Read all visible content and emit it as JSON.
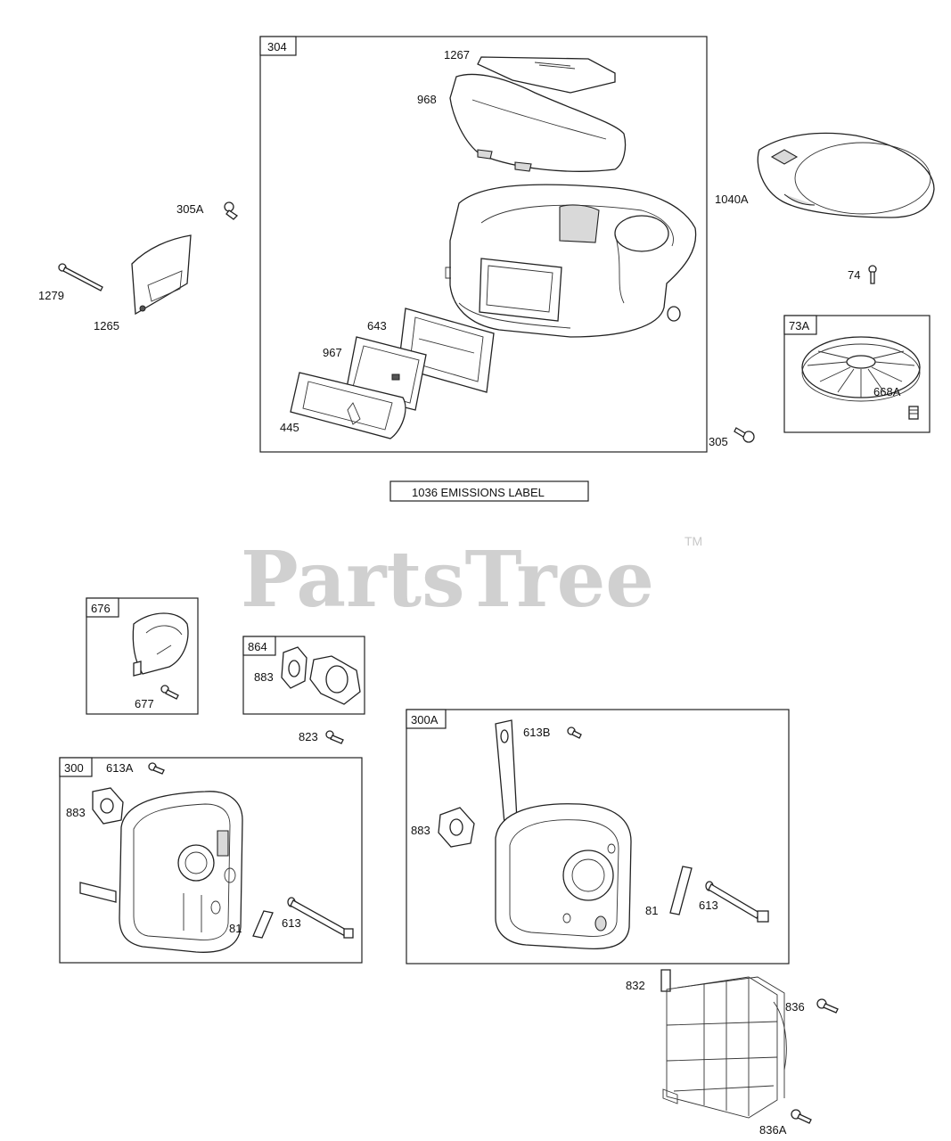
{
  "watermark": {
    "text": "PartsTree",
    "tm": "TM"
  },
  "emissions_label": "1036 EMISSIONS LABEL",
  "boxes": {
    "b304": "304",
    "b73a": "73A",
    "b676": "676",
    "b864": "864",
    "b300": "300",
    "b300a": "300A"
  },
  "callouts": {
    "p1267": "1267",
    "p968": "968",
    "p643": "643",
    "p967": "967",
    "p445": "445",
    "p305a": "305A",
    "p1279": "1279",
    "p1265": "1265",
    "p1040a": "1040A",
    "p74": "74",
    "p668a": "668A",
    "p305": "305",
    "p677": "677",
    "p883a": "883",
    "p823": "823",
    "p613a": "613A",
    "p883b": "883",
    "p81a": "81",
    "p613a2": "613",
    "p613b": "613B",
    "p883c": "883",
    "p81b": "81",
    "p613b2": "613",
    "p832": "832",
    "p836": "836",
    "p836a": "836A"
  },
  "colors": {
    "line": "#222222",
    "shade": "#d9d9d9",
    "watermark": "#d0d0d0"
  }
}
